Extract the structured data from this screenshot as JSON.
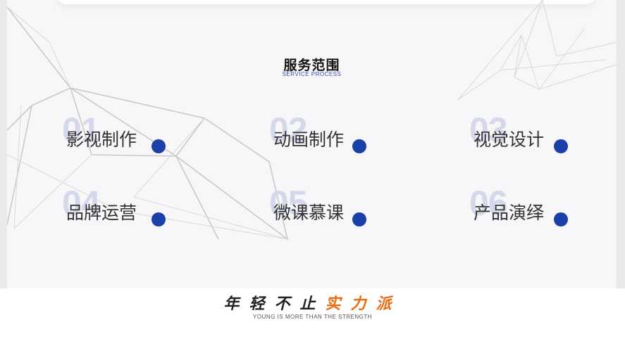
{
  "section": {
    "title": "服务范围",
    "subtitle": "SERVICE PROCESS"
  },
  "services": [
    {
      "number": "01",
      "label": "影视制作"
    },
    {
      "number": "02",
      "label": "动画制作"
    },
    {
      "number": "03",
      "label": "视觉设计"
    },
    {
      "number": "04",
      "label": "品牌运营"
    },
    {
      "number": "05",
      "label": "微课慕课"
    },
    {
      "number": "06",
      "label": "产品演绎"
    }
  ],
  "footer": {
    "slogan_dark": "年轻不止",
    "slogan_accent": "实力派",
    "subtitle": "YOUNG IS MORE THAN THE STRENGTH"
  },
  "colors": {
    "accent_blue": "#1a3fa8",
    "accent_orange": "#ee6a12",
    "number_watermark": "#d5d8ea"
  }
}
